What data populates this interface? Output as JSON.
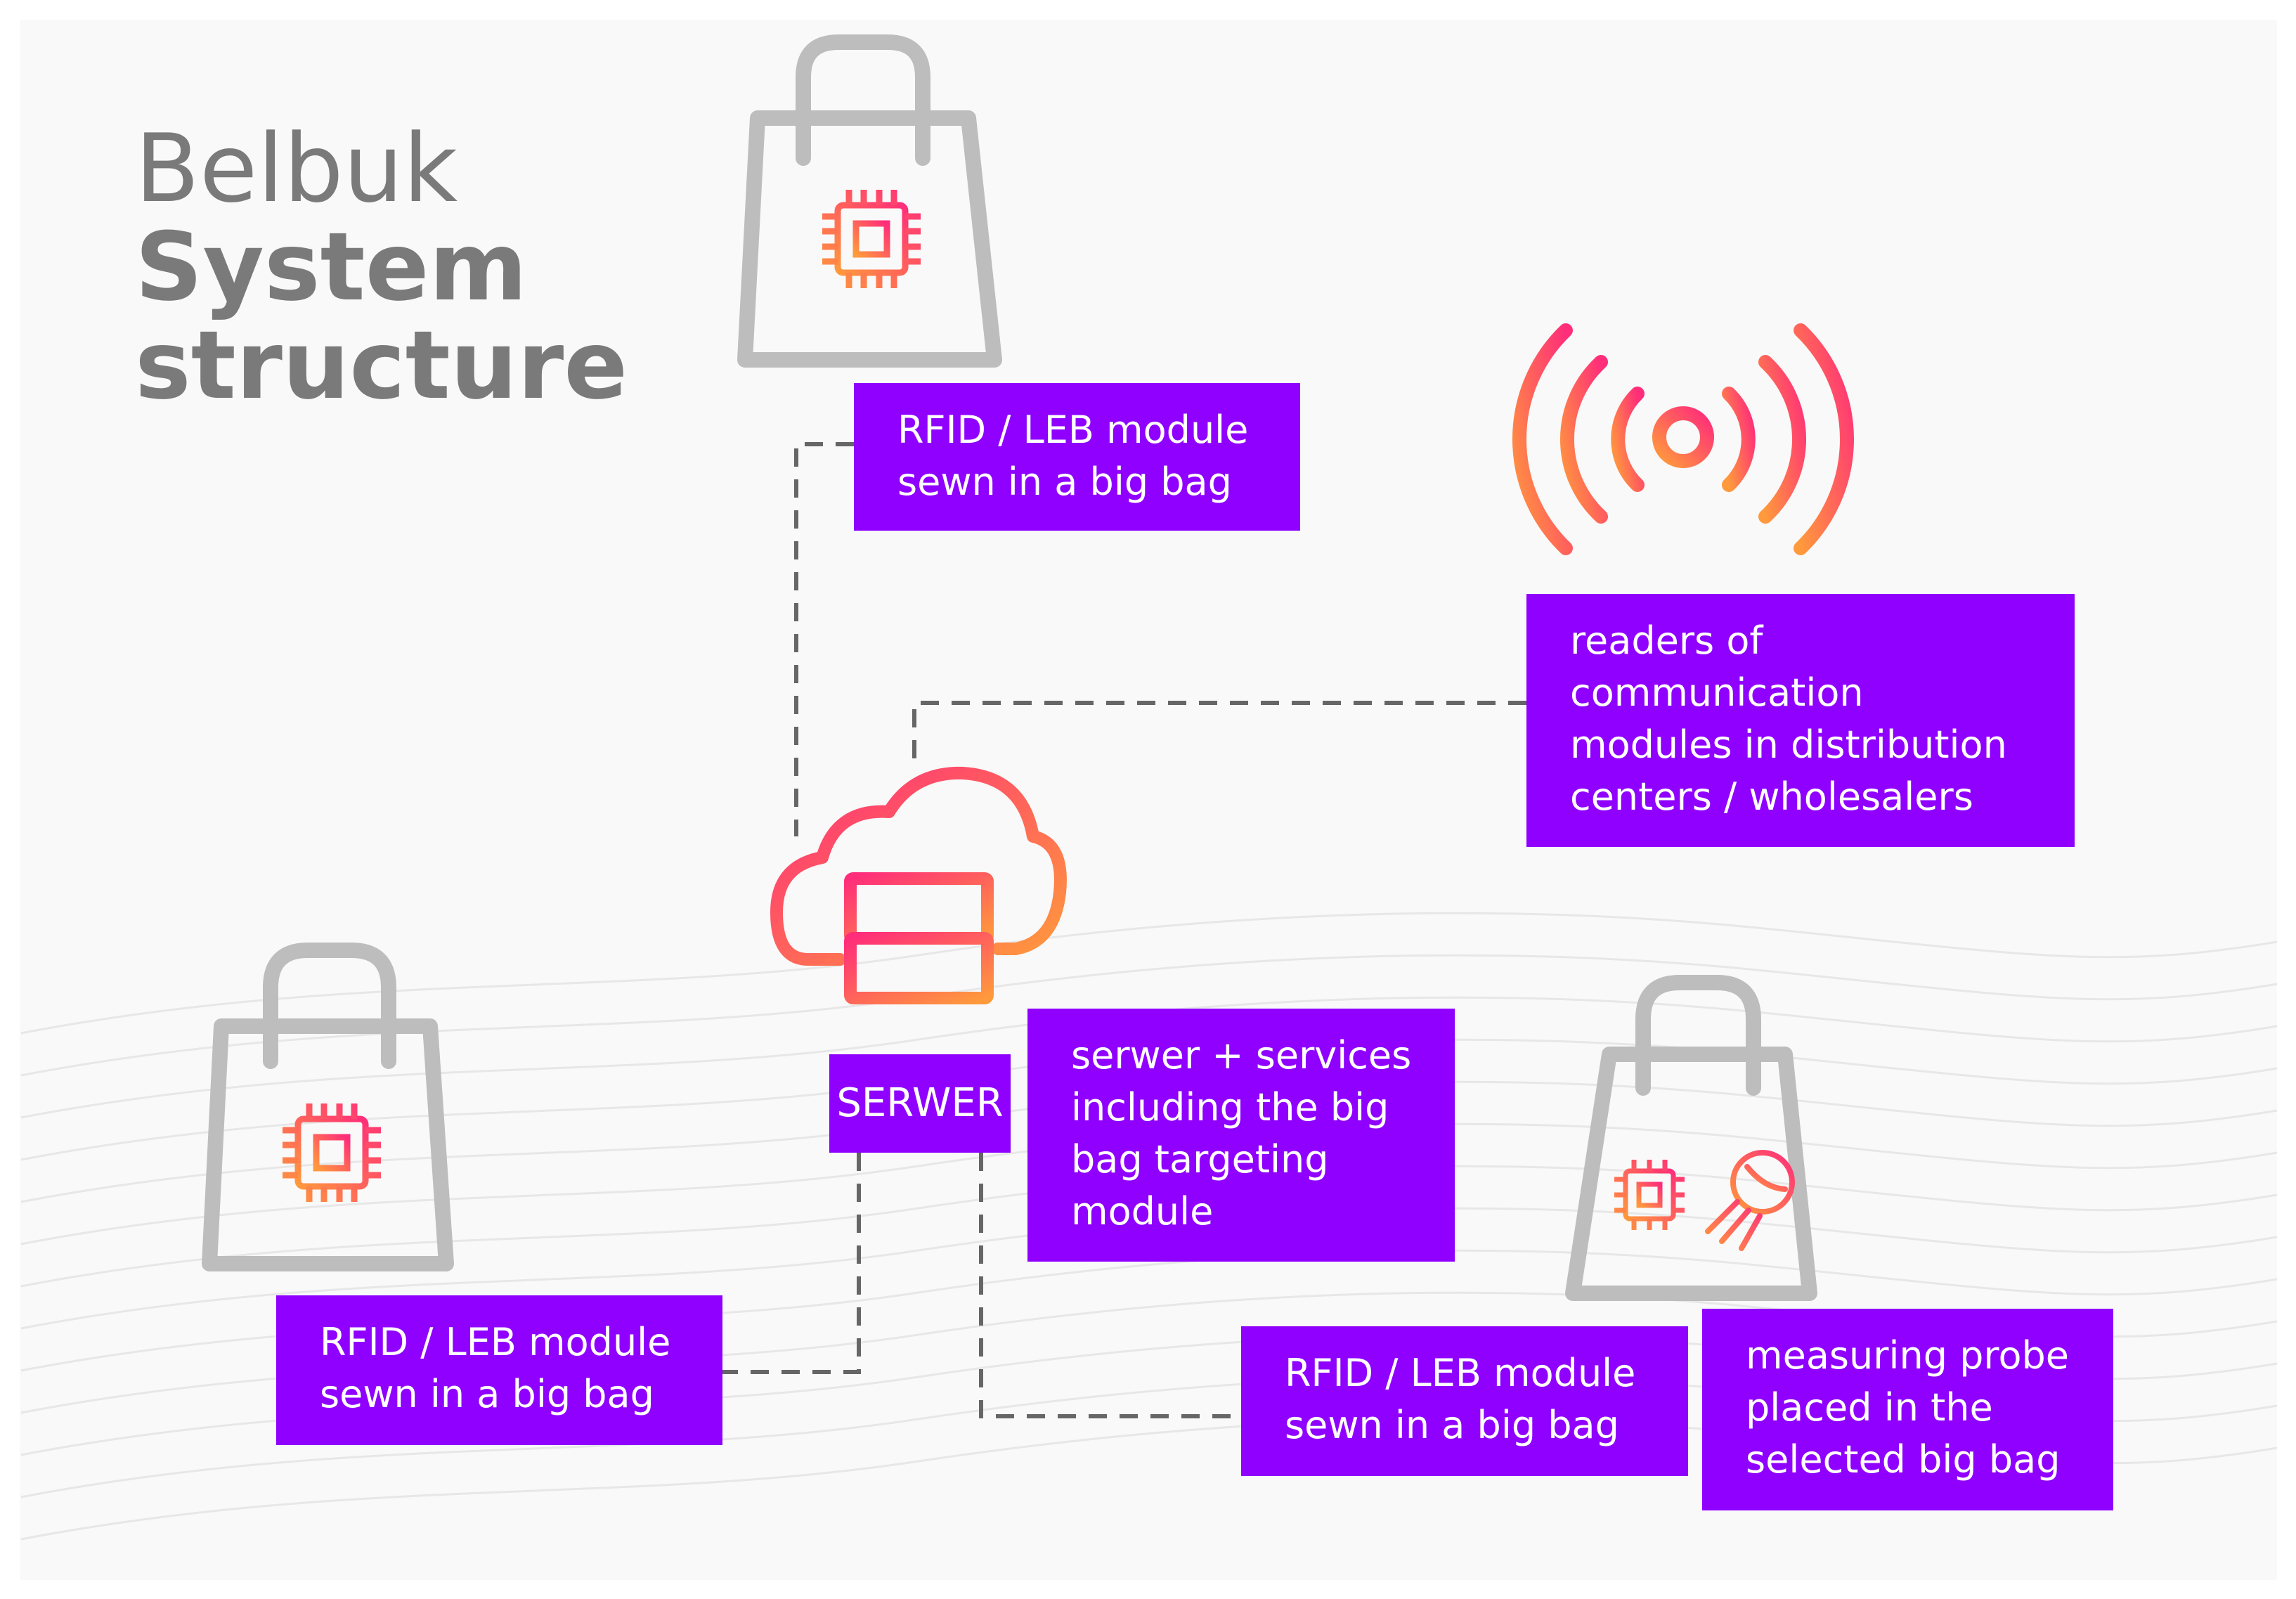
{
  "title": {
    "line1": "Belbuk",
    "line2": "System",
    "line3": "structure"
  },
  "nodes": {
    "bag_top_label": "RFID / LEB module\nsewn in a big bag",
    "readers_label": "readers of\ncommunication\nmodules in distribution\ncenters / wholesalers",
    "server_name": "SERWER",
    "server_desc": "serwer + services\nincluding the big\nbag targeting\nmodule",
    "bag_left_label": "RFID / LEB module\nsewn in a big bag",
    "bag_right_label": "RFID / LEB module\nsewn in a big bag",
    "probe_label": "measuring probe\nplaced in the\nselected big bag"
  },
  "icons": {
    "bag": "shopping-bag-icon",
    "chip": "microchip-icon",
    "antenna": "antenna-signal-icon",
    "cloud_server": "cloud-server-icon",
    "probe": "probe-icon"
  },
  "colors": {
    "box": "#8f00ff",
    "icon_gray": "#bdbdbd",
    "gradient_start": "#ff9a3c",
    "gradient_end": "#ff2d7a",
    "title": "#7a7a7a",
    "connector": "#666666"
  }
}
